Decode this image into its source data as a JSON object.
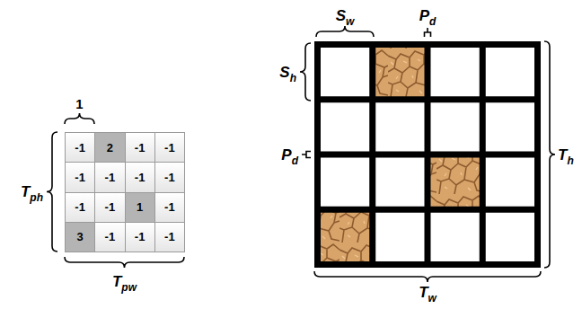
{
  "diagram": {
    "labels": [
      "-1",
      "2",
      "-1",
      "-1",
      "-1",
      "-1",
      "-1",
      "-1",
      "-1",
      "-1",
      "1",
      "-1",
      "3",
      "-1",
      "-1",
      "-1",
      "1",
      "T",
      "ph",
      "T",
      "pw",
      "S",
      "w",
      "P",
      "d",
      "S",
      "h",
      "P",
      "d",
      "T",
      "h",
      "T",
      "w"
    ]
  }
}
